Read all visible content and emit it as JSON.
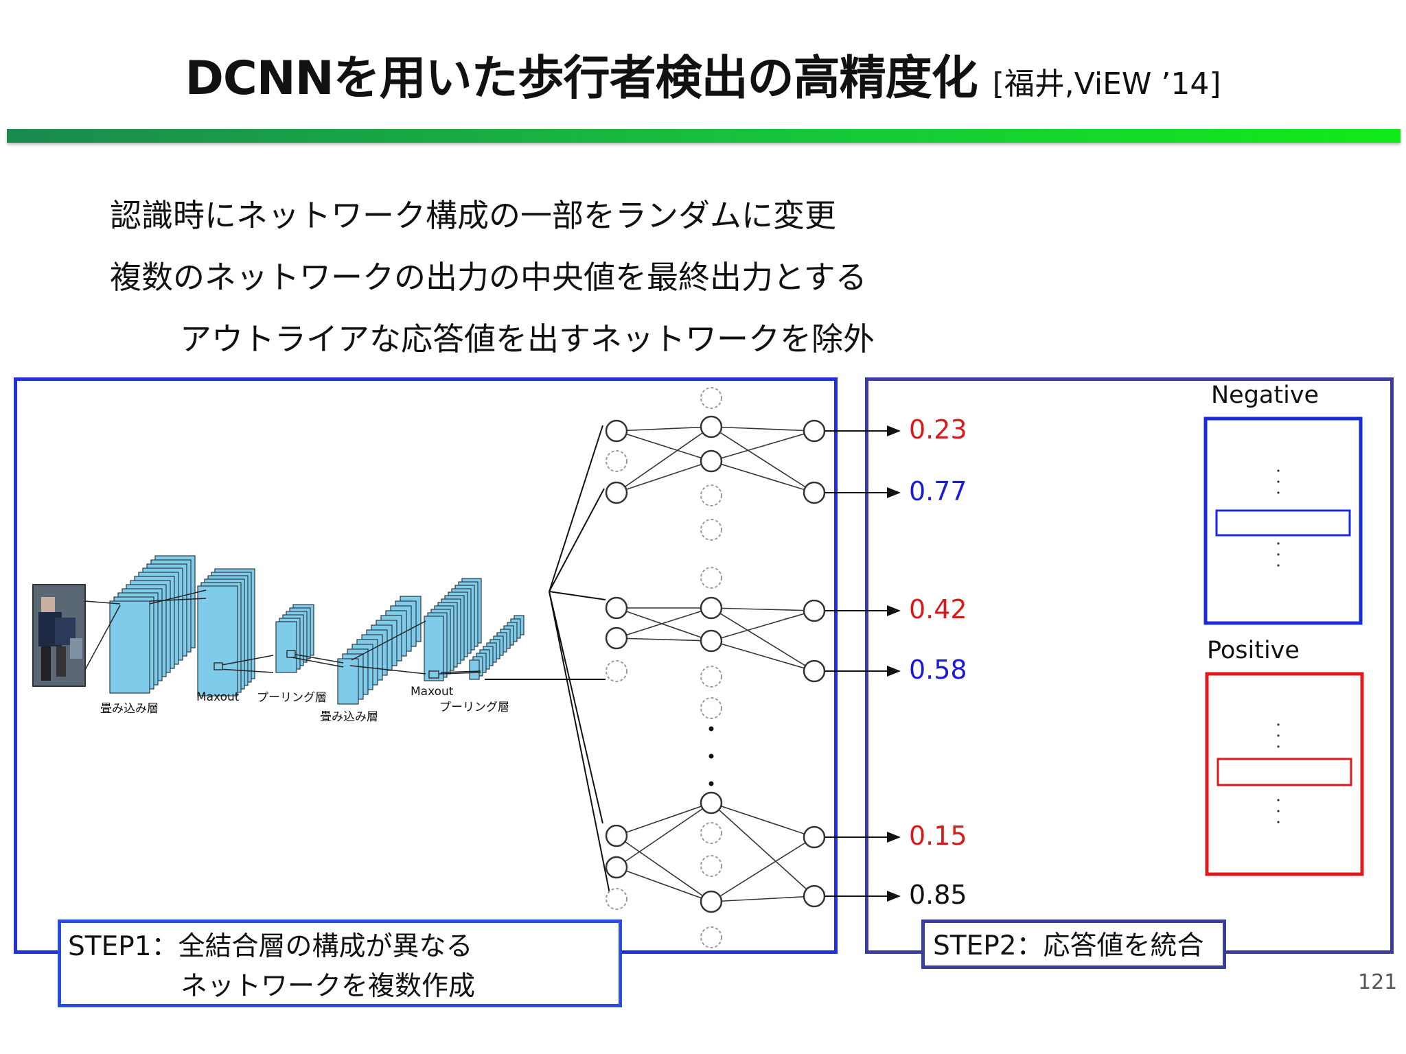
{
  "title": {
    "main": "DCNNを用いた歩行者検出の高精度化",
    "citation": "[福井,ViEW ’14]"
  },
  "bullets": [
    "認識時にネットワーク構成の一部をランダムに変更",
    "複数のネットワークの出力の中央値を最終出力とする",
    "アウトライアな応答値を出すネットワークを除外"
  ],
  "cnn_labels": {
    "conv1": "畳み込み層",
    "maxout1": "Maxout",
    "pool1": "プーリング層",
    "conv2": "畳み込み層",
    "maxout2": "Maxout",
    "pool2": "プーリング層"
  },
  "scores": [
    {
      "value": "0.23",
      "color": "#1a1ad6"
    },
    {
      "value": "0.77",
      "color": "#d61a1a"
    },
    {
      "value": "0.42",
      "color": "#1a1ad6"
    },
    {
      "value": "0.58",
      "color": "#d61a1a"
    },
    {
      "value": "0.15",
      "color": "#1a1ad6"
    },
    {
      "value": "0.85",
      "color": "#d61a1a"
    }
  ],
  "classes": {
    "negative": {
      "label": "Negative",
      "color": "#1a2adf"
    },
    "positive": {
      "label": "Positive",
      "color": "#e0191d"
    }
  },
  "step1": {
    "line1": "STEP1：全結合層の構成が異なる",
    "line2": "ネットワークを複数作成"
  },
  "step2": {
    "label": "STEP2：応答値を統合"
  },
  "page_number": "121",
  "colors": {
    "accent_blue": "#1f2fd9",
    "accent_green": "#16c93a",
    "layer_fill": "#7fcbea"
  }
}
